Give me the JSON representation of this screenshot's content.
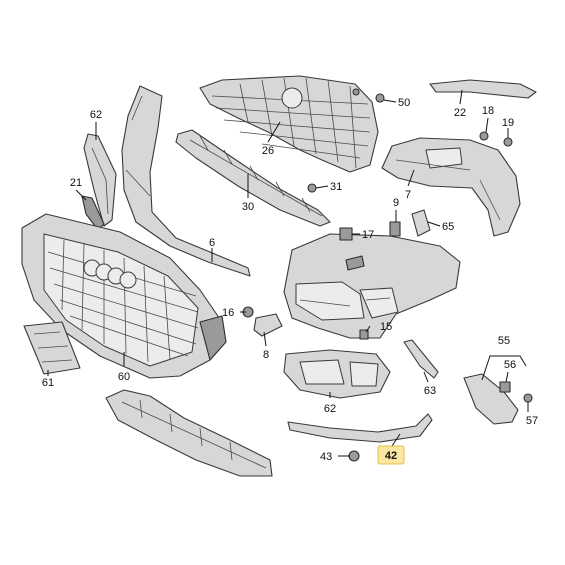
{
  "diagram": {
    "callouts": {
      "c62a": "62",
      "c21": "21",
      "c26": "26",
      "c30": "30",
      "c31": "31",
      "c50": "50",
      "c22": "22",
      "c18": "18",
      "c19": "19",
      "c7": "7",
      "c9": "9",
      "c65": "65",
      "c17": "17",
      "c6": "6",
      "c16": "16",
      "c8": "8",
      "c15": "15",
      "c61": "61",
      "c60": "60",
      "c62b": "62",
      "c63": "63",
      "c55": "55",
      "c56": "56",
      "c57": "57",
      "c43": "43",
      "c42": "42"
    },
    "highlighted_part": "42",
    "highlight_color": "#fbe7a3"
  }
}
